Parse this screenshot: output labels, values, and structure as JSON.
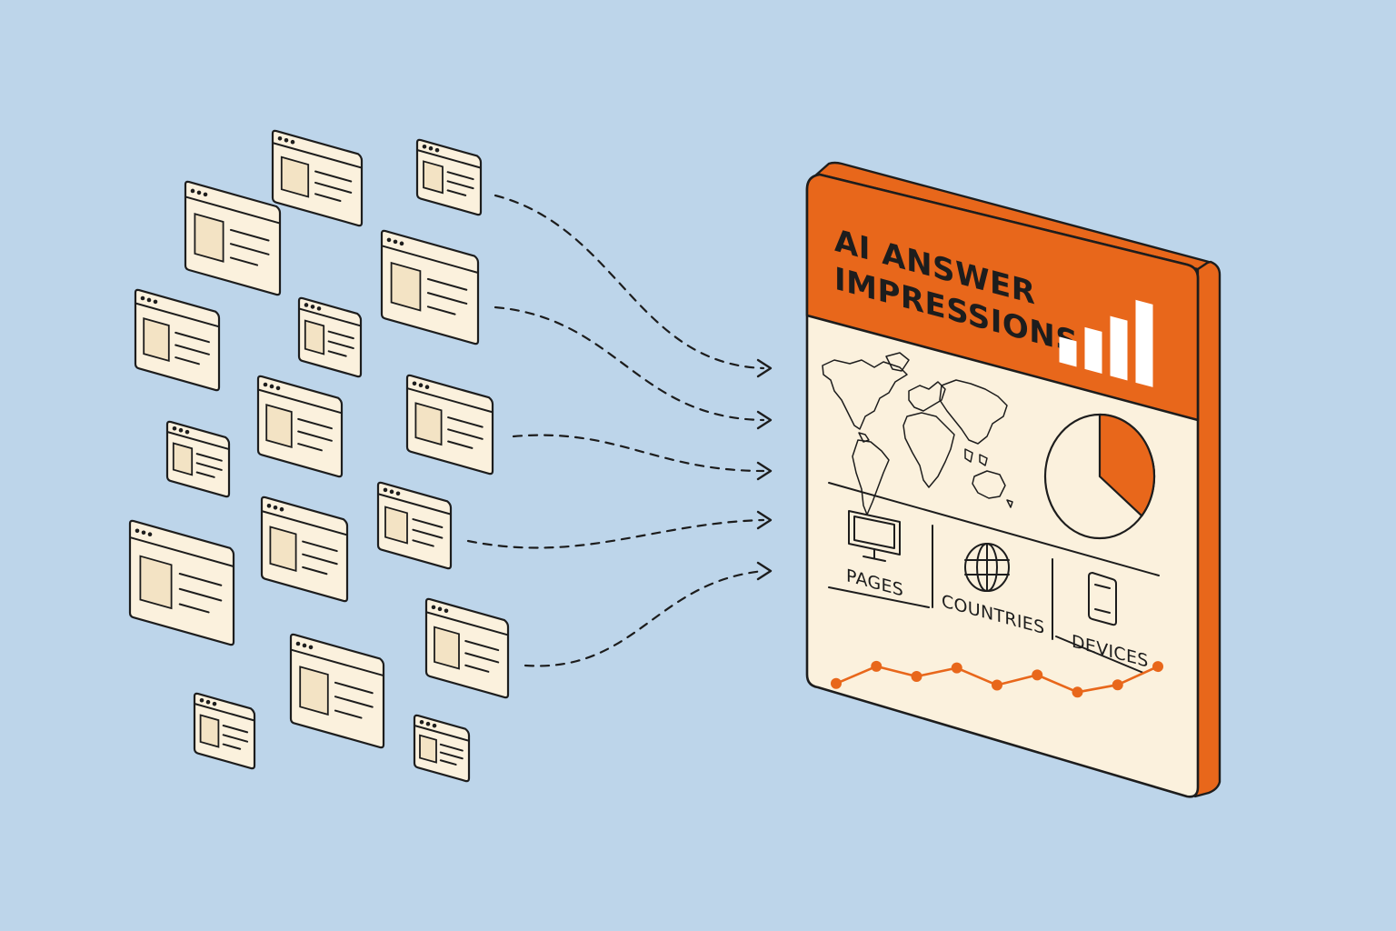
{
  "dashboard": {
    "title_line1": "AI ANSWER",
    "title_line2": "IMPRESSIONS",
    "labels": {
      "pages": "PAGES",
      "countries": "COUNTRIES",
      "devices": "DEVICES"
    },
    "icons": {
      "bar_chart": "bar-chart-icon",
      "world_map": "world-map-icon",
      "pie_chart": "pie-chart-icon",
      "pages": "monitor-icon",
      "countries": "globe-icon",
      "devices": "smartphone-icon",
      "trend": "line-chart-icon"
    },
    "bar_chart_heights": [
      0.3,
      0.5,
      0.72,
      1.0
    ],
    "pie_share": 0.36,
    "trend_values": [
      0.22,
      0.55,
      0.38,
      0.55,
      0.25,
      0.45,
      0.15,
      0.3,
      0.65
    ]
  },
  "colors": {
    "background": "#bdd5ea",
    "accent": "#e8671b",
    "panel": "#fbf1dd",
    "ink": "#1d1d1d"
  }
}
